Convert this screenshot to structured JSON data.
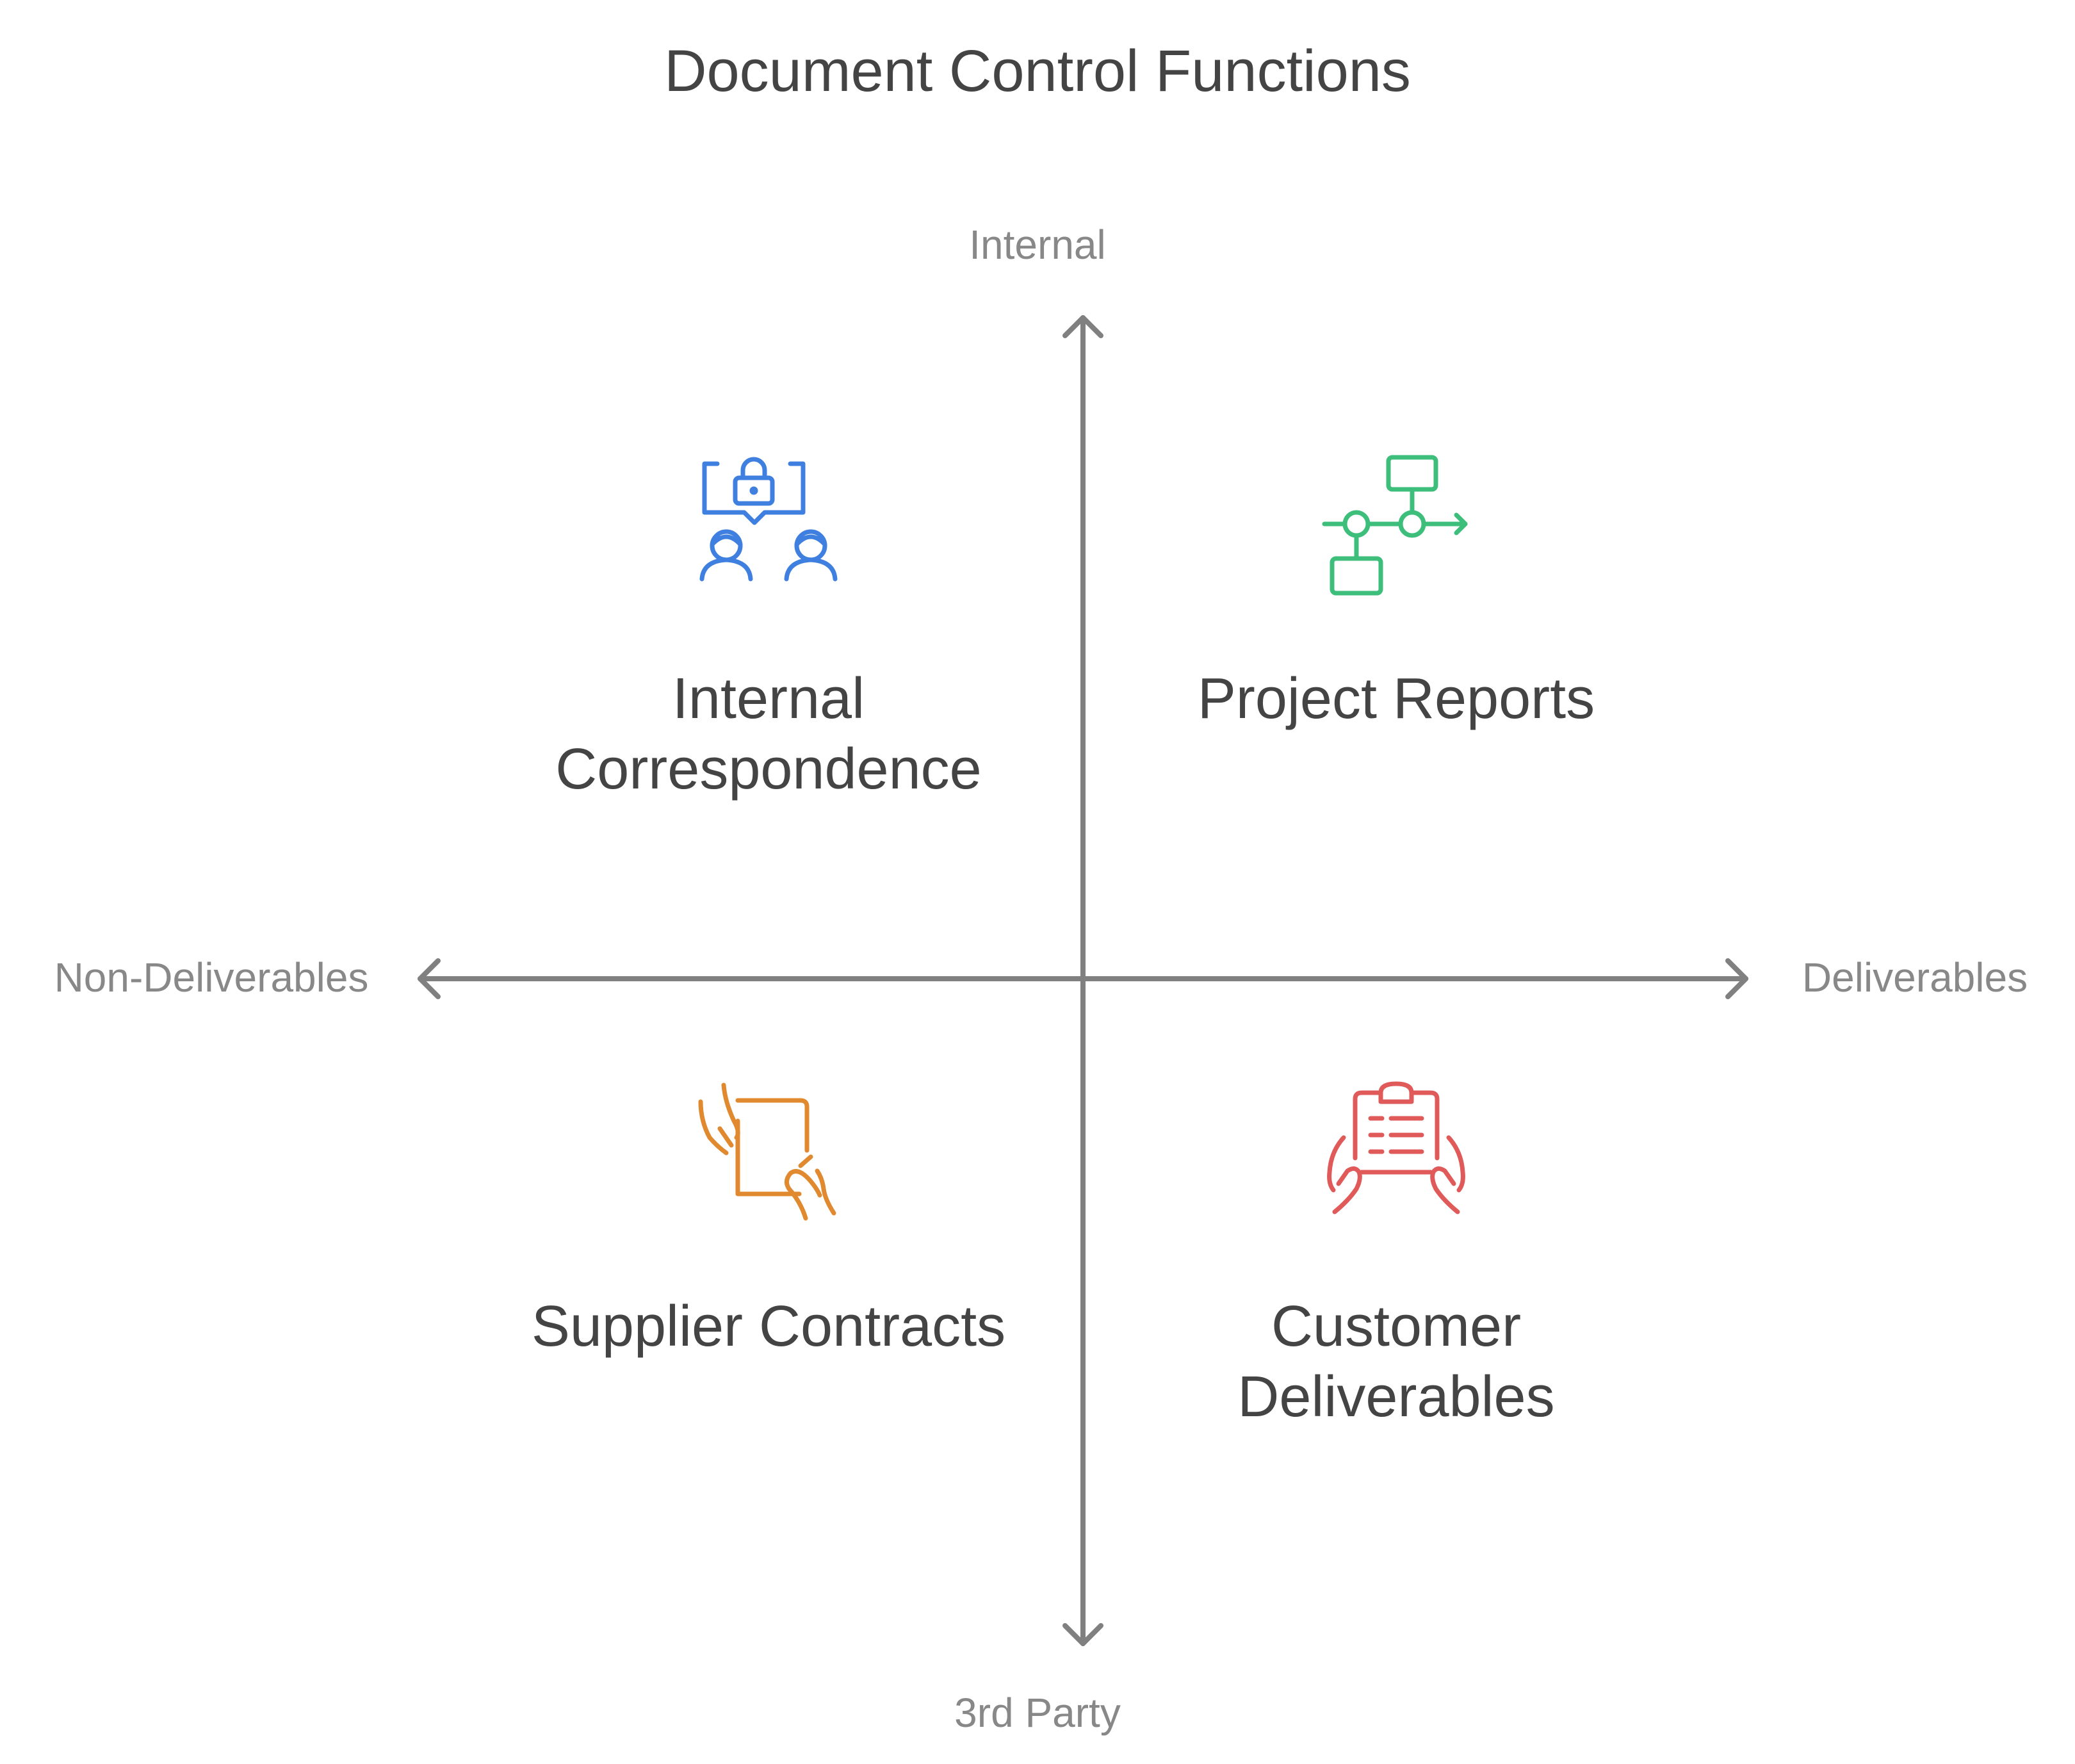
{
  "title": "Document Control Functions",
  "axes": {
    "top": "Internal",
    "bottom": "3rd Party",
    "left": "Non-Deliverables",
    "right": "Deliverables"
  },
  "quadrants": {
    "top_left": {
      "label": "Internal Correspondence",
      "icon": "private-chat-icon",
      "color": "#3F7FE0"
    },
    "top_right": {
      "label": "Project Reports",
      "icon": "workflow-diagram-icon",
      "color": "#3DBE7A"
    },
    "bottom_left": {
      "label": "Supplier Contracts",
      "icon": "document-handover-icon",
      "color": "#E0892F"
    },
    "bottom_right": {
      "label": "Customer Deliverables",
      "icon": "clipboard-in-hands-icon",
      "color": "#E05A5A"
    }
  },
  "colors": {
    "axis": "#808080",
    "title_text": "#444444",
    "axis_text": "#888888"
  }
}
